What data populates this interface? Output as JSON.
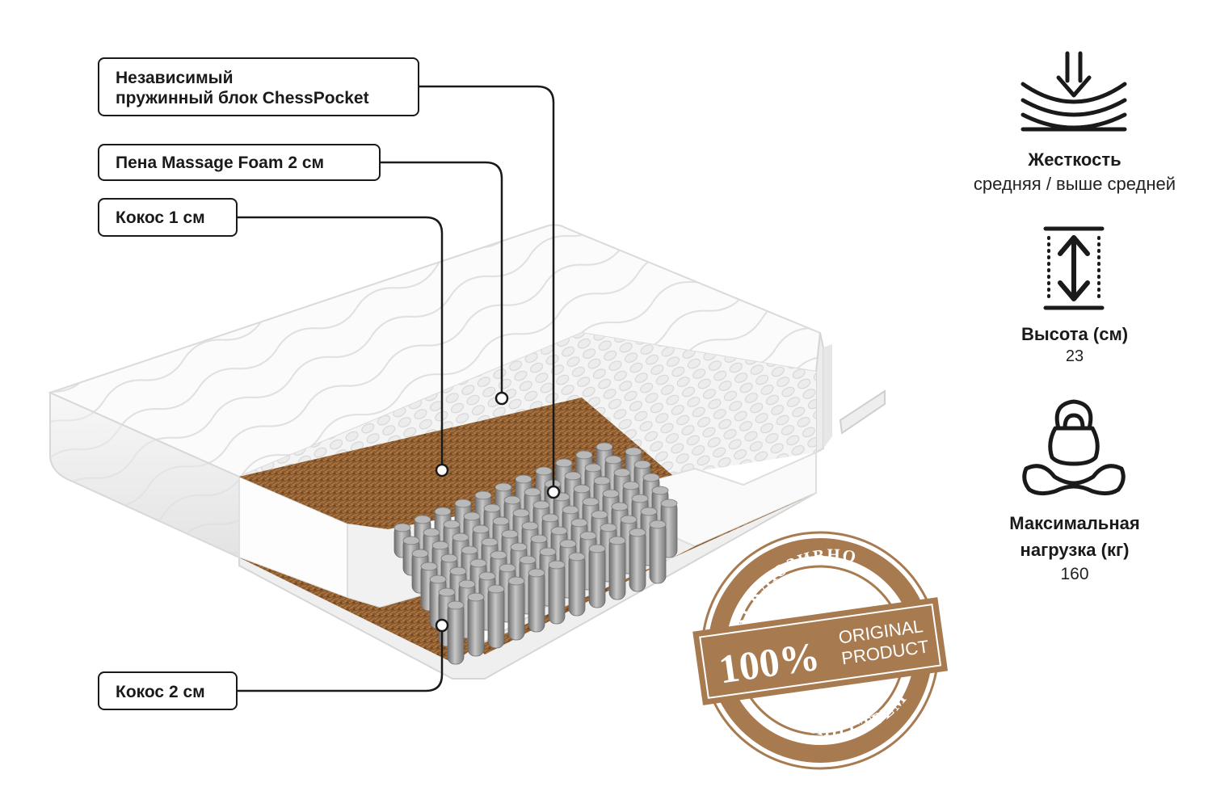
{
  "callouts": {
    "springs_line1": "Независимый",
    "springs_line2": "пружинный блок ChessPocket",
    "foam": "Пена Massage Foam 2 см",
    "coco1": "Кокос 1 см",
    "coco2": "Кокос 2 см"
  },
  "specs": {
    "firmness": {
      "title": "Жесткость",
      "value": "средняя / выше средней",
      "icon": "pressure-arrow-icon"
    },
    "height": {
      "title": "Высота (см)",
      "value": "23",
      "icon": "height-arrow-icon"
    },
    "load": {
      "title_line1": "Максимальная",
      "title_line2": "нагрузка (кг)",
      "value": "160",
      "icon": "kettlebell-icon"
    }
  },
  "stamp": {
    "top_arc": "ЭКСКЛЮЗИВНО",
    "bottom_arc": "ДЛЯ АНГСТРЕМ",
    "percent": "100%",
    "line1": "ORIGINAL",
    "line2": "PRODUCT"
  },
  "colors": {
    "stamp": "#a87a50",
    "coconut": "#8a5a2e",
    "springs": "#8e8e8e",
    "outline": "#1a1a1a"
  }
}
